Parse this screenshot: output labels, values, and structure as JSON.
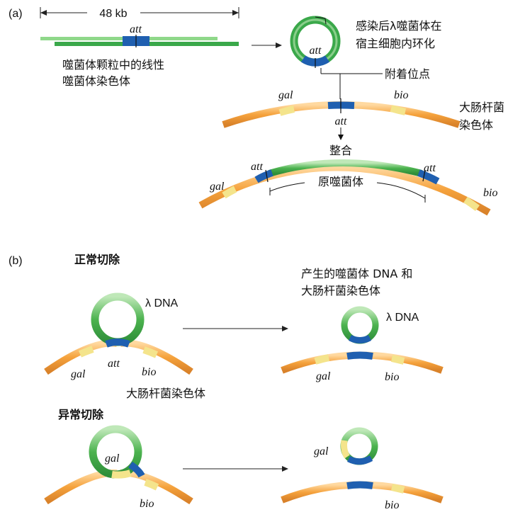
{
  "panel_a": {
    "letter": "(a)",
    "length_label": "48 kb",
    "att": "att",
    "linear_caption_1": "噬菌体颗粒中的线性",
    "linear_caption_2": "噬菌体染色体",
    "circle_caption_1": "感染后λ噬菌体在",
    "circle_caption_2": "宿主细胞内环化",
    "attachment_site": "附着位点",
    "gal": "gal",
    "bio": "bio",
    "ecoli_chrom_1": "大肠杆菌",
    "ecoli_chrom_2": "染色体",
    "integration": "整合",
    "prophage": "原噬菌体"
  },
  "panel_b": {
    "letter": "(b)",
    "normal_title": "正常切除",
    "abnormal_title": "异常切除",
    "lambda_dna": "λ DNA",
    "product_caption_1": "产生的噬菌体 DNA 和",
    "product_caption_2": "大肠杆菌染色体",
    "ecoli_chrom": "大肠杆菌染色体",
    "gal": "gal",
    "bio": "bio",
    "att": "att"
  },
  "colors": {
    "phage_green": "#3aa84a",
    "ecoli_orange": "#f0a040",
    "att_blue": "#1f5fb0",
    "gal_yellow": "#f4e48c",
    "bio_yellow": "#f4e48c"
  }
}
